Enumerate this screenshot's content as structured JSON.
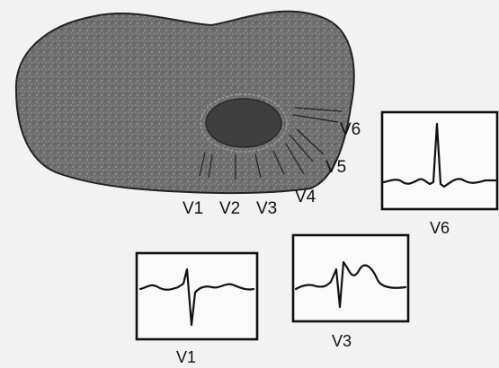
{
  "torso": {
    "leads": [
      {
        "id": "V1",
        "label": "V1"
      },
      {
        "id": "V2",
        "label": "V2"
      },
      {
        "id": "V3",
        "label": "V3"
      },
      {
        "id": "V4",
        "label": "V4"
      },
      {
        "id": "V5",
        "label": "V5"
      },
      {
        "id": "V6",
        "label": "V6"
      }
    ]
  },
  "traces": {
    "v6": {
      "label": "V6"
    },
    "v1": {
      "label": "V1"
    },
    "v3": {
      "label": "V3"
    }
  },
  "colors": {
    "torso_fill": "#6e6e6e",
    "heart_fill": "#3f3f3f",
    "ink": "#111111",
    "background": "#f2f2f2"
  }
}
